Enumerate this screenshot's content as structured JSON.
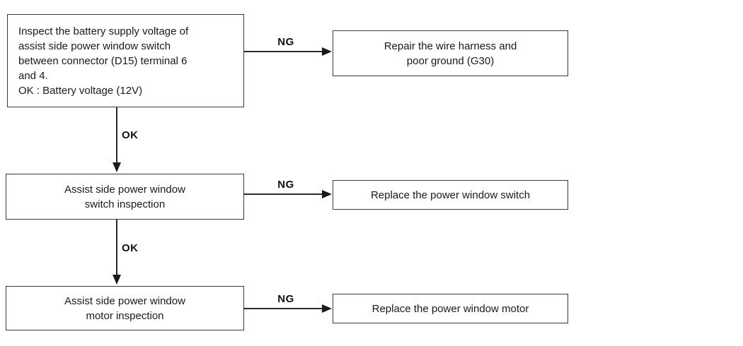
{
  "flowchart": {
    "connector_labels": {
      "ng": "NG",
      "ok": "OK"
    },
    "step1": {
      "lines": [
        "Inspect the battery supply voltage of",
        "assist side power window switch",
        "between connector (D15) terminal 6",
        "and 4.",
        "OK : Battery voltage (12V)"
      ]
    },
    "action1": {
      "lines": [
        "Repair the wire harness and",
        "poor ground (G30)"
      ]
    },
    "step2": {
      "lines": [
        "Assist side power window",
        "switch inspection"
      ]
    },
    "action2": {
      "lines": [
        "Replace the power window switch"
      ]
    },
    "step3": {
      "lines": [
        "Assist side power window",
        "motor inspection"
      ]
    },
    "action3": {
      "lines": [
        "Replace the power window motor"
      ]
    }
  }
}
